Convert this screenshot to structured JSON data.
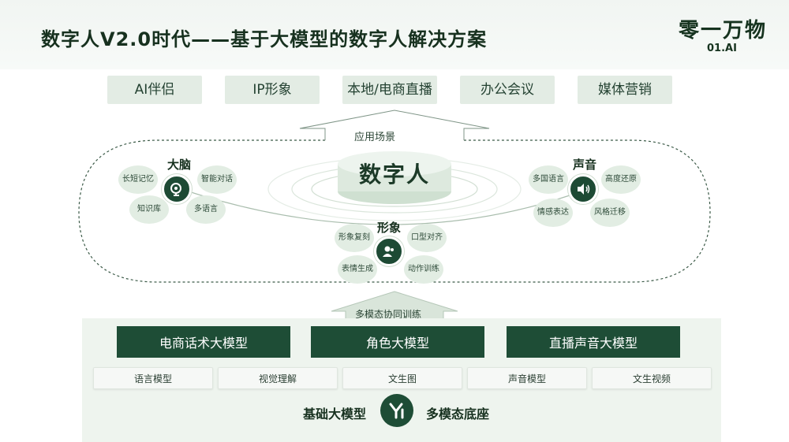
{
  "header": {
    "title": "数字人V2.0时代——基于大模型的数字人解决方案",
    "logo": "零一万物",
    "logo_sub": "01.AI"
  },
  "scenarios": [
    "AI伴侣",
    "IP形象",
    "本地/电商直播",
    "办公会议",
    "媒体营销"
  ],
  "scenario_label": "应用场景",
  "center_label": "数字人",
  "clusters": {
    "brain": {
      "title": "大脑",
      "icon": "brain-head-icon",
      "petals": [
        "长短记忆",
        "智能对话",
        "知识库",
        "多语言"
      ]
    },
    "image": {
      "title": "形象",
      "icon": "person-icon",
      "petals": [
        "形象复刻",
        "口型对齐",
        "表情生成",
        "动作训练"
      ]
    },
    "voice": {
      "title": "声音",
      "icon": "speaker-icon",
      "petals": [
        "多国语言",
        "高度还原",
        "情感表达",
        "风格迁移"
      ]
    }
  },
  "training_label": "多模态协同训练",
  "models": [
    "电商话术大模型",
    "角色大模型",
    "直播声音大模型"
  ],
  "capabilities": [
    "语言模型",
    "视觉理解",
    "文生图",
    "声音模型",
    "文生视频"
  ],
  "foundation": {
    "left": "基础大模型",
    "right": "多模态底座",
    "logo_icon": "yi-logo-icon"
  },
  "colors": {
    "primary_green": "#1e4d36",
    "light_green": "#e3ece4",
    "panel_green": "#eef4ee"
  }
}
